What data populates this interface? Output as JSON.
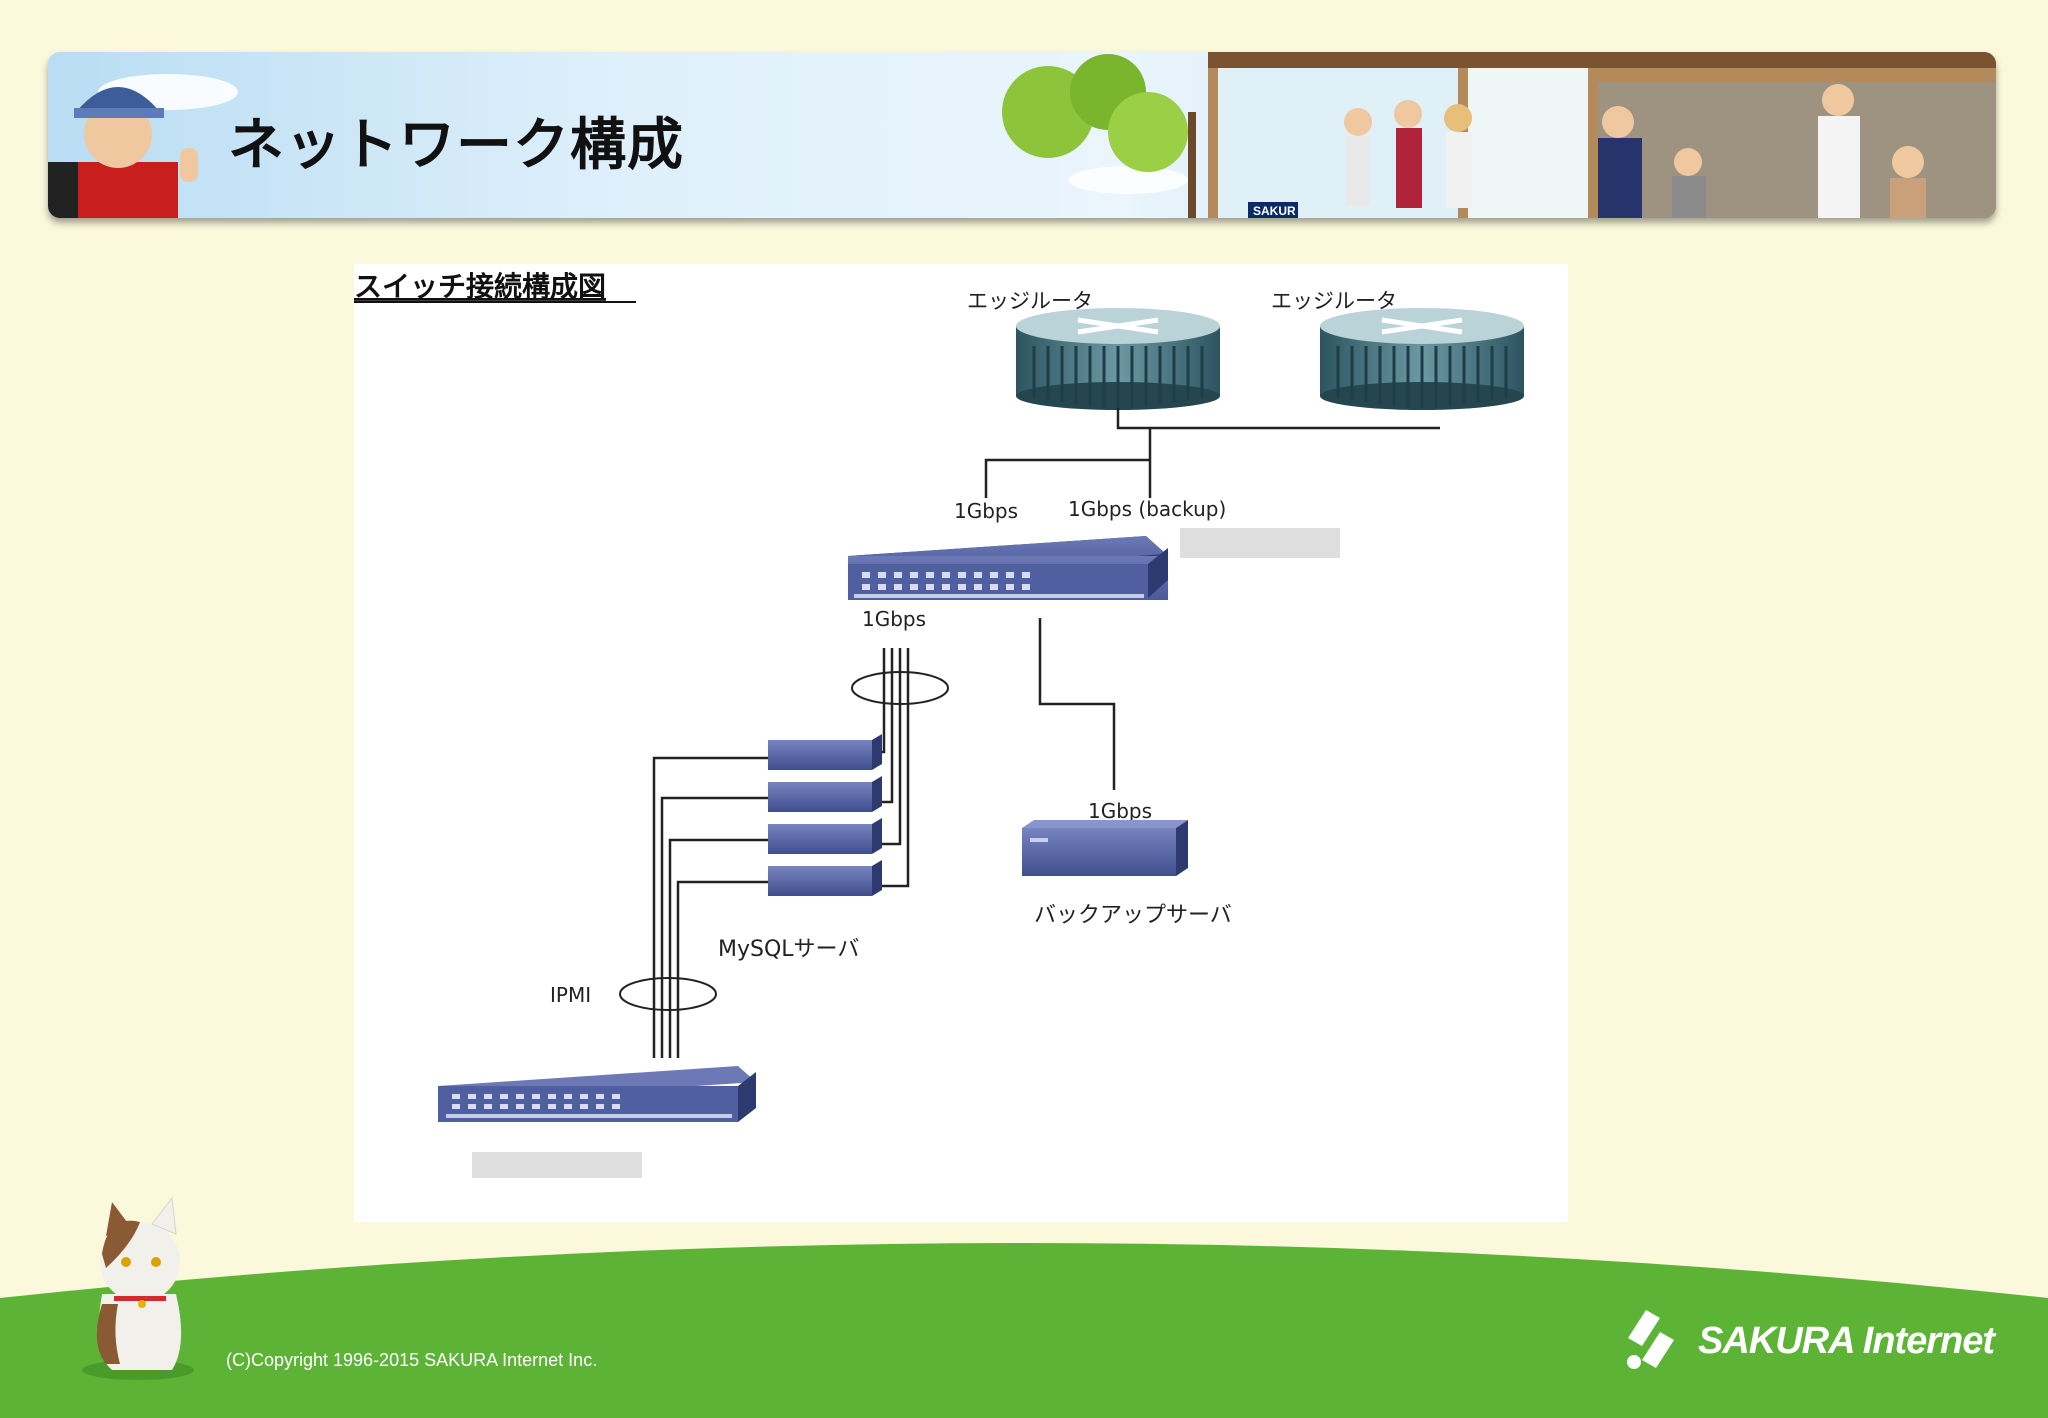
{
  "header": {
    "title": "ネットワーク構成"
  },
  "diagram": {
    "title": "スイッチ接続構成図",
    "routers": [
      {
        "label": "エッジルータ"
      },
      {
        "label": "エッジルータ"
      }
    ],
    "links": {
      "router_to_switch": "1Gbps",
      "router_to_switch_backup": "1Gbps (backup)",
      "switch_to_mysql": "1Gbps",
      "switch_to_backup": "1Gbps"
    },
    "servers": {
      "mysql_label": "MySQLサーバ",
      "backup_label": "バックアップサーバ",
      "ipmi_label": "IPMI"
    }
  },
  "footer": {
    "copyright": "(C)Copyright 1996-2015 SAKURA Internet Inc.",
    "logo_text": "SAKURA Internet"
  },
  "colors": {
    "background": "#fbf8dc",
    "ground_green": "#5db336",
    "device_blue": "#4a5a9c",
    "router_teal": "#3b6b78"
  }
}
